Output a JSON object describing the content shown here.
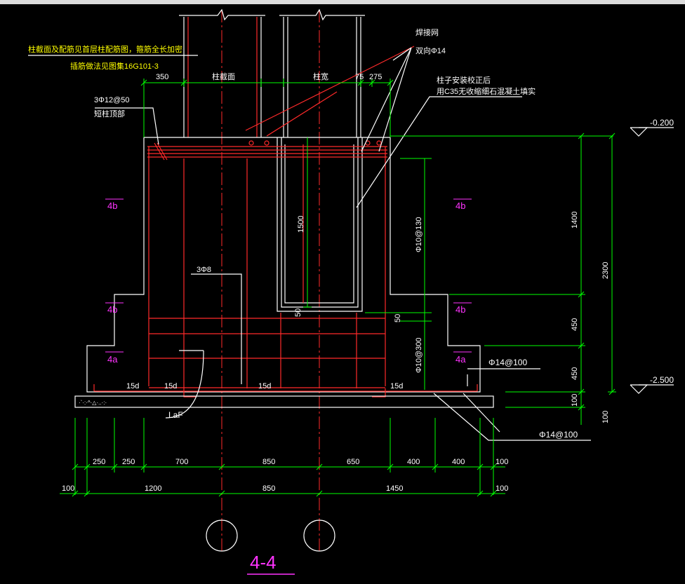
{
  "notes": {
    "beam_note_1": "柱截面及配筋见首层柱配筋图，箍筋全长加密",
    "beam_note_2": "插筋做法见图集16G101-3",
    "weld_mesh_1": "焊接网",
    "weld_mesh_2": "双向Φ14",
    "cup_note_1": "柱子安装校正后",
    "cup_note_2": "用C35无收缩细石混凝土填实",
    "top_bar_1": "3Φ12@50",
    "top_bar_2": "短柱顶部",
    "stirrup": "3Φ8",
    "col_section": "柱截面",
    "col_width": "柱宽",
    "laf": "LaF"
  },
  "section_marks": {
    "left_4b_top": "4b",
    "left_4b_mid": "4b",
    "left_4a": "4a",
    "right_4b_top": "4b",
    "right_4b_mid": "4b",
    "right_4a": "4a",
    "title": "4-4"
  },
  "dimensions": {
    "top_350": "350",
    "top_75": "75",
    "top_275": "275",
    "cup_1500": "1500",
    "cup_50_a": "50",
    "cup_50_b": "50",
    "rebar_v1": "Φ10@130",
    "rebar_v2": "Φ10@300",
    "bar_h": "Φ14@100",
    "bar_bottom": "Φ14@100",
    "anch_1": "15d",
    "anch_2": "15d",
    "anch_3": "15d",
    "anch_4": "15d",
    "right_1400": "1400",
    "right_450_a": "450",
    "right_450_b": "450",
    "right_100": "100",
    "right_2300": "2300",
    "right_100_b": "100",
    "level_top": "-0.200",
    "level_bottom": "-2.500",
    "row1": [
      "250",
      "250",
      "700",
      "850",
      "650",
      "400",
      "400"
    ],
    "row1_end": "100",
    "row2": [
      "1200",
      "850",
      "1450"
    ],
    "row2_start": "100",
    "row2_end": "100"
  }
}
